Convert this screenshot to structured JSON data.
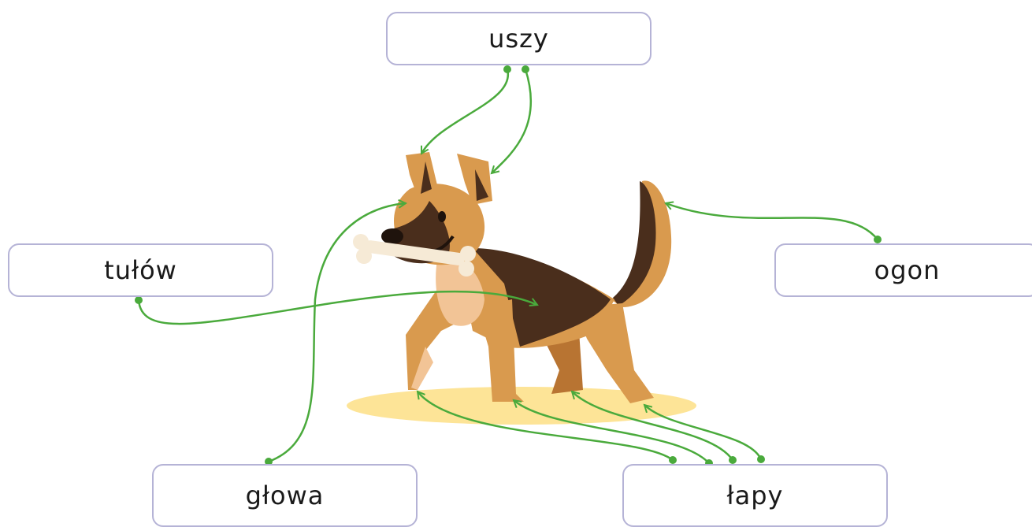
{
  "labels": {
    "uszy": "uszy",
    "tulow": "tułów",
    "ogon": "ogon",
    "glowa": "głowa",
    "lapy": "łapy"
  },
  "colors": {
    "connector": "#4aaa3c",
    "box_border": "#b5b3d6",
    "dog_tan": "#d99a4e",
    "dog_dark": "#4a2e1c",
    "dog_belly": "#f2c496",
    "shadow": "#fde497",
    "bone": "#f6ead6"
  }
}
